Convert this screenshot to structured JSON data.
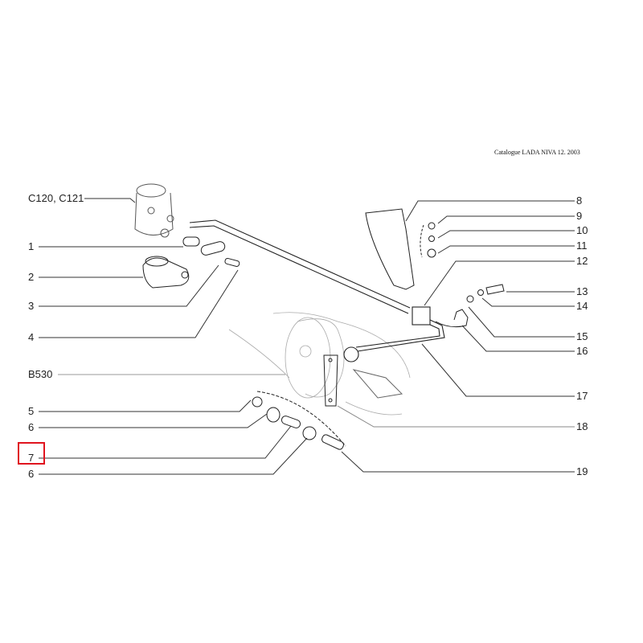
{
  "header": {
    "catalogue": "Catalogue LADA NIVA 12. 2003"
  },
  "callouts_left": [
    {
      "id": "c120",
      "text": "C120, C121"
    },
    {
      "id": "1",
      "text": "1"
    },
    {
      "id": "2",
      "text": "2"
    },
    {
      "id": "3",
      "text": "3"
    },
    {
      "id": "4",
      "text": "4"
    },
    {
      "id": "b530",
      "text": "B530"
    },
    {
      "id": "5",
      "text": "5"
    },
    {
      "id": "6a",
      "text": "6"
    },
    {
      "id": "7",
      "text": "7"
    },
    {
      "id": "6b",
      "text": "6"
    }
  ],
  "callouts_right": [
    {
      "text": "8"
    },
    {
      "text": "9"
    },
    {
      "text": "10"
    },
    {
      "text": "11"
    },
    {
      "text": "12"
    },
    {
      "text": "13"
    },
    {
      "text": "14"
    },
    {
      "text": "15"
    },
    {
      "text": "16"
    },
    {
      "text": "17"
    },
    {
      "text": "18"
    },
    {
      "text": "19"
    }
  ],
  "highlight": {
    "part": "7",
    "color": "#e0141e"
  }
}
